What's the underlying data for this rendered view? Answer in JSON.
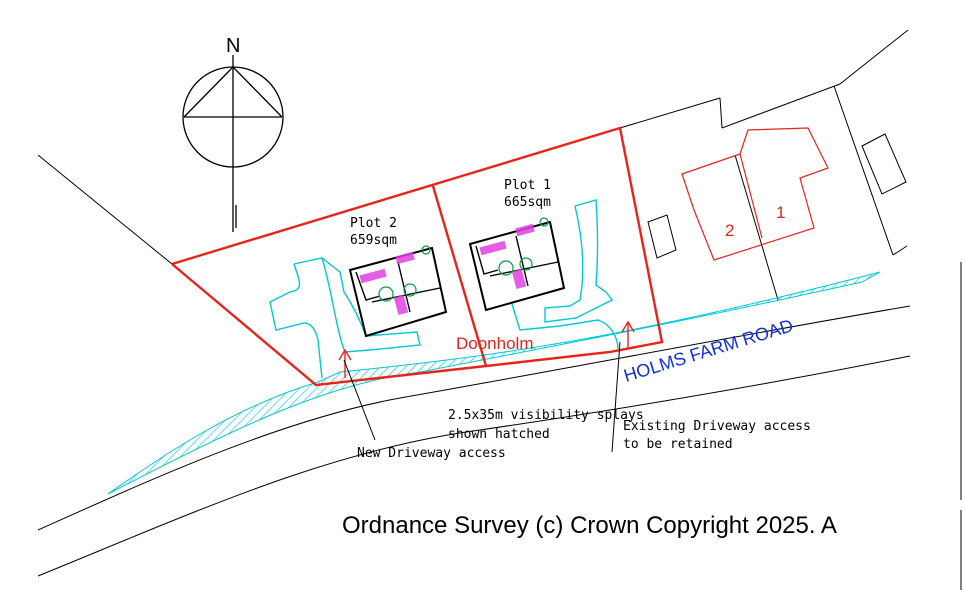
{
  "north": {
    "label": "N"
  },
  "plots": [
    {
      "name": "Plot 1",
      "area": "665sqm"
    },
    {
      "name": "Plot 2",
      "area": "659sqm"
    }
  ],
  "site_name": "Doonholm",
  "road_name": "HOLMS FARM ROAD",
  "neighbour_numbers": [
    "2",
    "1"
  ],
  "annotations": {
    "visibility_line1": "2.5x35m visibility splays",
    "visibility_line2": "shown hatched",
    "new_access": "New Driveway access",
    "existing_line1": "Existing Driveway access",
    "existing_line2": "to be retained"
  },
  "copyright": "Ordnance Survey (c) Crown Copyright 2025. A",
  "colors": {
    "boundary": "#e8241a",
    "driveway": "#00c8d8",
    "road_label": "#1030d8",
    "house_fill": "#e040e0",
    "site_label": "#e8241a"
  }
}
